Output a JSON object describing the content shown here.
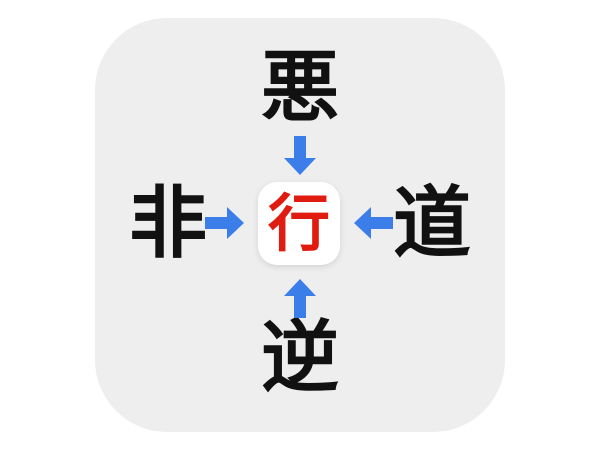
{
  "diagram": {
    "title_kanji": "行",
    "panel_color": "#eeeeee",
    "background_color": "#ffffff",
    "card_color": "#ffffff",
    "center": {
      "character": "行",
      "color": "#e01b10"
    },
    "nodes": [
      {
        "position": "top",
        "character": "悪",
        "color": "#111111"
      },
      {
        "position": "right",
        "character": "道",
        "color": "#111111"
      },
      {
        "position": "bottom",
        "character": "逆",
        "color": "#111111"
      },
      {
        "position": "left",
        "character": "非",
        "color": "#111111"
      }
    ],
    "arrows": [
      {
        "name": "arrow-down",
        "direction": "down",
        "color": "#3b7eea"
      },
      {
        "name": "arrow-left",
        "direction": "left",
        "color": "#3b7eea"
      },
      {
        "name": "arrow-up",
        "direction": "up",
        "color": "#3b7eea"
      },
      {
        "name": "arrow-right",
        "direction": "right",
        "color": "#3b7eea"
      }
    ]
  }
}
